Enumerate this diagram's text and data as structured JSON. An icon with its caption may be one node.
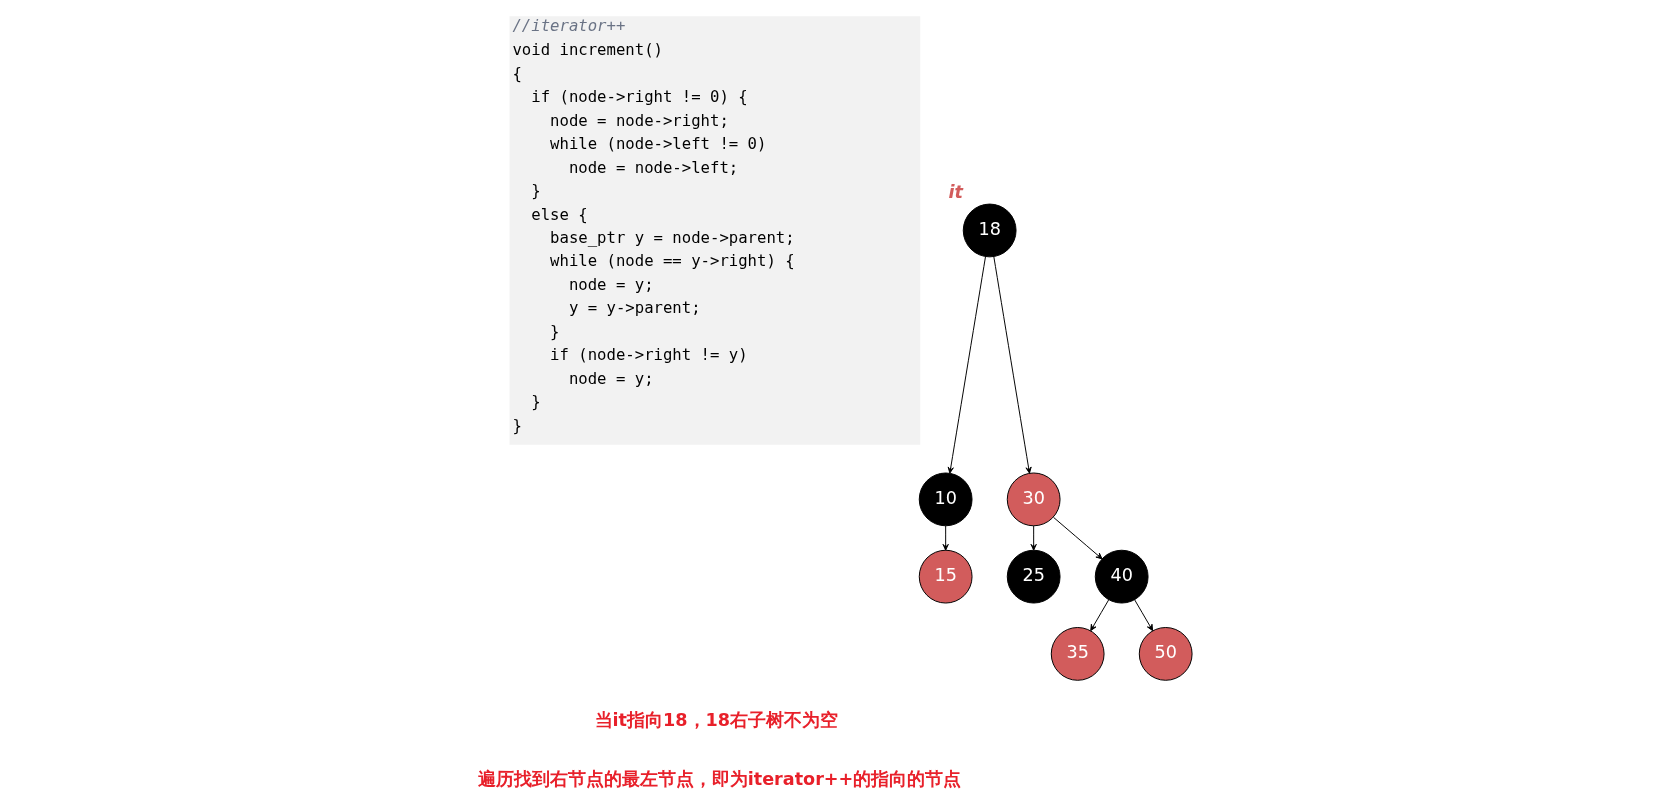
{
  "diagram": {
    "nodes": [
      {
        "text": [
          "18"
        ],
        "beside": [
          "it"
        ]
      },
      {
        "text": [
          "10"
        ]
      },
      {
        "text": [
          "30"
        ]
      },
      {
        "text": [
          "15"
        ]
      },
      {
        "text": [
          "25"
        ]
      },
      {
        "text": [
          "40"
        ]
      },
      {
        "text": [
          "35"
        ]
      },
      {
        "text": [
          "50"
        ]
      }
    ],
    "edges": [
      {
        "from": 0,
        "to": 1,
        "arrow": "to"
      },
      {
        "from": 0,
        "to": 2,
        "arrow": "to"
      },
      {
        "from": 1,
        "to": 3,
        "arrow": "to"
      },
      {
        "from": 2,
        "to": 4,
        "arrow": "to"
      },
      {
        "from": 2,
        "to": 5,
        "arrow": "to"
      },
      {
        "from": 5,
        "to": 6,
        "arrow": "to"
      },
      {
        "from": 5,
        "to": 7,
        "arrow": "to"
      }
    ],
    "labels": [
      "//iterator++",
      "void increment()",
      "{",
      "  if (node->right != 0) {",
      "    node = node->right;",
      "    while (node->left != 0)",
      "      node = node->left;",
      "  }",
      "  else {",
      "    base_ptr y = node->parent;",
      "    while (node == y->right) {",
      "      node = y;",
      "      y = y->parent;",
      "    }",
      "    if (node->right != y)",
      "      node = y;",
      "  }",
      "}",
      "当it指向18，18右子树不为空",
      "遍历找到右节点的最左节点，即为iterator++的指向的节点"
    ]
  }
}
